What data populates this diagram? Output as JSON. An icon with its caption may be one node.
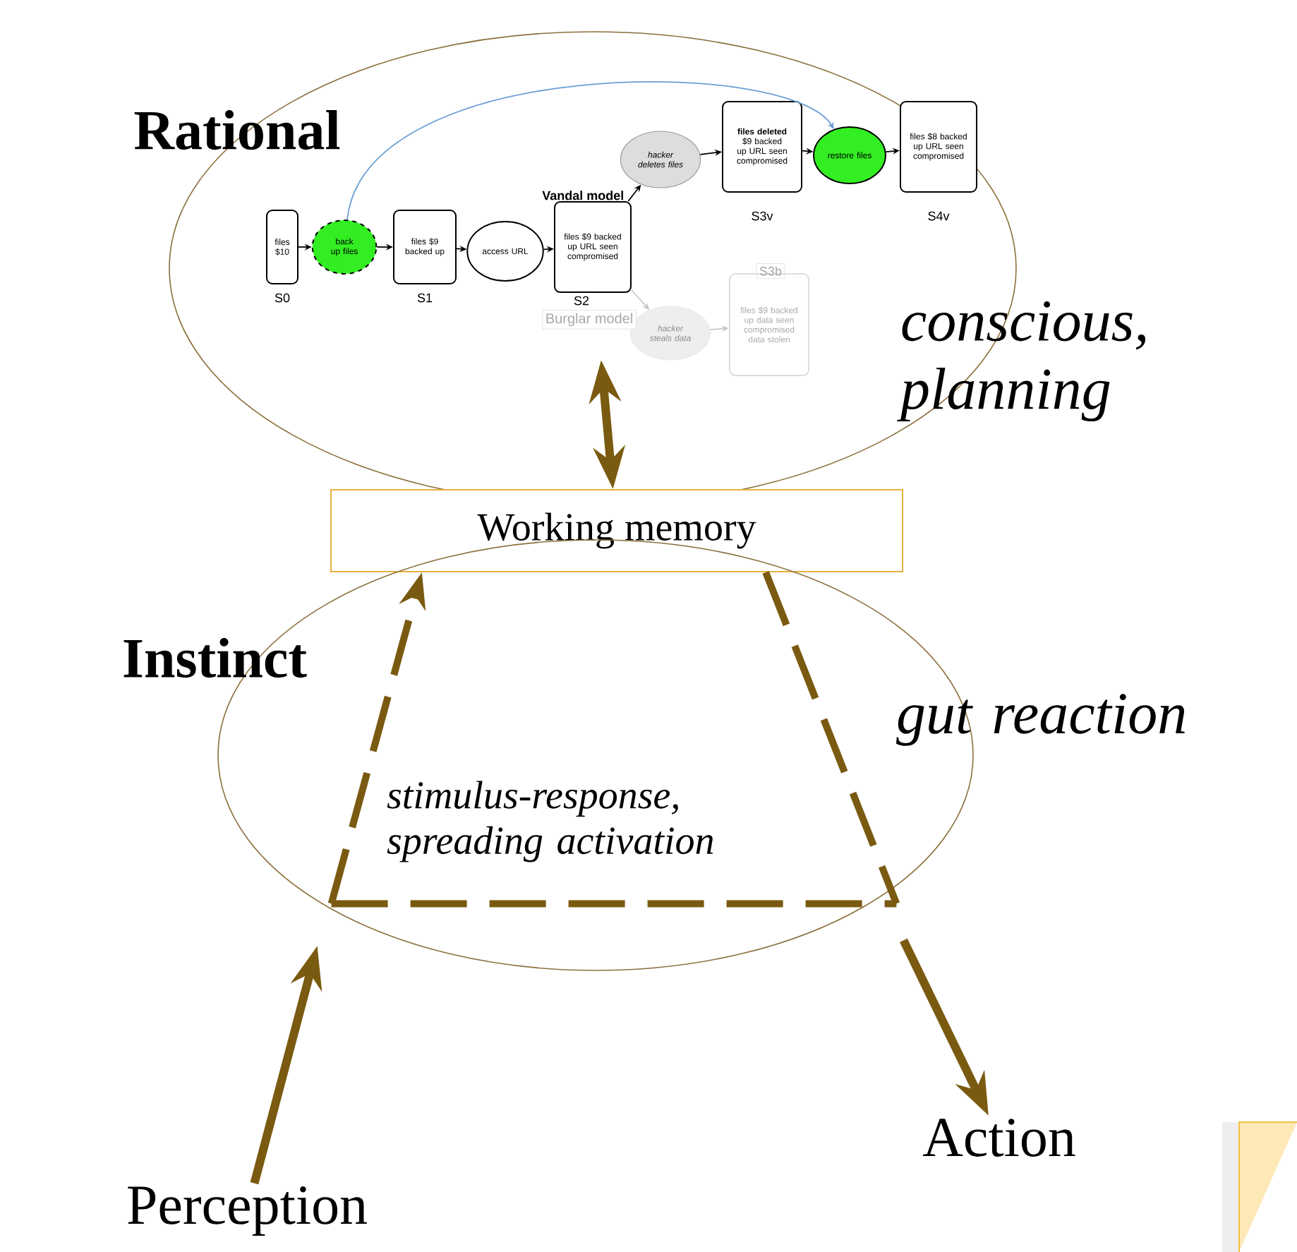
{
  "diagram": {
    "nodes": [
      {
        "text": [
          "Rational",
          "conscious, planning"
        ]
      },
      {
        "text": [
          "files $10"
        ],
        "beside": [
          "S0"
        ],
        "in": 0
      },
      {
        "text": [
          "back up files"
        ],
        "in": 0
      },
      {
        "text": [
          "files $9 backed up"
        ],
        "beside": [
          "S1"
        ],
        "in": 0
      },
      {
        "text": [
          "access URL"
        ],
        "in": 0
      },
      {
        "text": [
          "files $9 backed up URL seen compromised"
        ],
        "beside": [
          "S2"
        ],
        "in": 0
      },
      {
        "text": [
          "*hacker deletes files*"
        ],
        "in": 0
      },
      {
        "text": [
          "**files deleted** $9 backed up URL seen compromised"
        ],
        "beside": [
          "S3v"
        ],
        "in": 0
      },
      {
        "text": [
          "restore files"
        ],
        "in": 0
      },
      {
        "text": [
          "files $8 backed up URL seen compromised"
        ],
        "beside": [
          "S4v"
        ],
        "in": 0
      },
      {
        "text": [
          "*hacker steals data*"
        ],
        "in": 0
      },
      {
        "text": [
          "files $9 backed up data seen compromised data stolen"
        ],
        "beside": [
          "S3b"
        ],
        "in": 0
      },
      {
        "text": [
          "Working memory"
        ]
      },
      {
        "text": [
          "Instinct",
          "gut reaction"
        ]
      },
      {
        "text": [
          "stimulus-response, spreading activation"
        ],
        "in": 13
      },
      {
        "text": [
          "Perception"
        ]
      },
      {
        "text": [
          "Action"
        ]
      }
    ],
    "edges": [
      {
        "from": 1,
        "to": 2,
        "arrow": "to"
      },
      {
        "from": 2,
        "to": 3,
        "arrow": "to"
      },
      {
        "from": 3,
        "to": 4,
        "arrow": "to"
      },
      {
        "from": 4,
        "to": 5,
        "arrow": "to"
      },
      {
        "from": 5,
        "to": 6,
        "arrow": "to",
        "label": "Vandal model"
      },
      {
        "from": 6,
        "to": 7,
        "arrow": "to"
      },
      {
        "from": 7,
        "to": 8,
        "arrow": "to"
      },
      {
        "from": 8,
        "to": 9,
        "arrow": "to"
      },
      {
        "from": 2,
        "to": 8,
        "arrow": "to",
        "color": "#6a9fd4"
      },
      {
        "from": 5,
        "to": 10,
        "arrow": "to",
        "label": "Burglar model",
        "color": "#c8c8c8"
      },
      {
        "from": 10,
        "to": 11,
        "arrow": "to",
        "color": "#c8c8c8"
      },
      {
        "from": 0,
        "to": 12,
        "arrow": "both",
        "style": "thick",
        "color": "#7a5a10"
      },
      {
        "from": 14,
        "to": 12,
        "arrow": "to",
        "style": "dashed",
        "color": "#7a5a10"
      },
      {
        "from": 12,
        "to": 14,
        "arrow": "none",
        "style": "dashed",
        "color": "#7a5a10"
      },
      {
        "from": 15,
        "to": 14,
        "arrow": "to",
        "style": "thick",
        "color": "#7a5a10"
      },
      {
        "from": 14,
        "to": 16,
        "arrow": "to",
        "style": "thick",
        "color": "#7a5a10"
      }
    ]
  }
}
